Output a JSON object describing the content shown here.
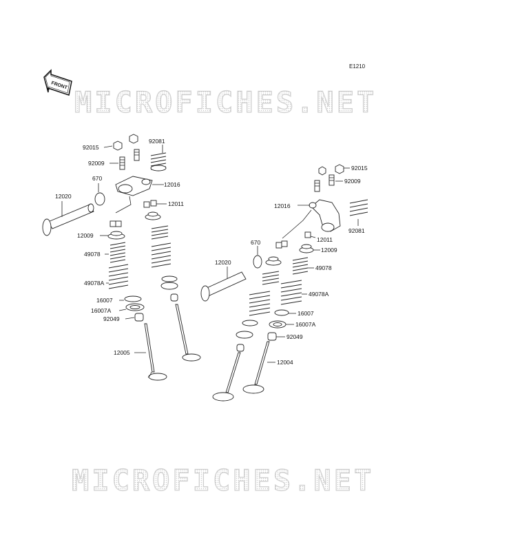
{
  "diagram_code": "E1210",
  "front_marker": "FRONT",
  "watermark": {
    "top": "MICROFICHES.NET",
    "bottom": "MICROFICHES.NET"
  },
  "labels": {
    "l92015a": "92015",
    "l92081a": "92081",
    "l92009a": "92009",
    "l670a": "670",
    "l12016a": "12016",
    "l12020a": "12020",
    "l12011a": "12011",
    "l12009a": "12009",
    "l49078a": "49078",
    "l49078Aa": "49078A",
    "l16007a": "16007",
    "l16007Aa": "16007A",
    "l92049a": "92049",
    "l12005": "12005",
    "l92015b": "92015",
    "l92009b": "92009",
    "l12016b": "12016",
    "l92081b": "92081",
    "l12011b": "12011",
    "l670b": "670",
    "l12009b": "12009",
    "l12020b": "12020",
    "l49078b": "49078",
    "l49078Ab": "49078A",
    "l16007b": "16007",
    "l16007Ab": "16007A",
    "l92049b": "92049",
    "l12004": "12004"
  }
}
